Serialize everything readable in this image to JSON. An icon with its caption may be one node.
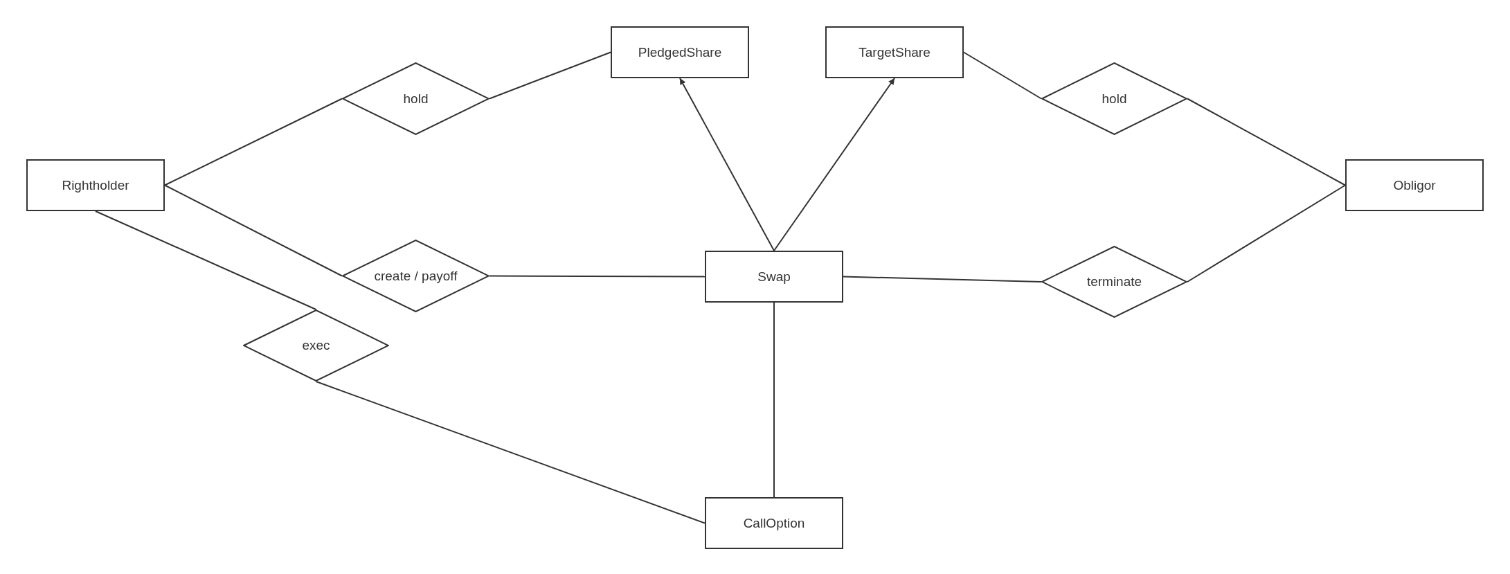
{
  "diagram": {
    "nodes": [
      {
        "text": [
          "PledgedShare"
        ]
      },
      {
        "text": [
          "TargetShare"
        ]
      },
      {
        "text": [
          "hold"
        ]
      },
      {
        "text": [
          "hold"
        ]
      },
      {
        "text": [
          "Rightholder"
        ]
      },
      {
        "text": [
          "Obligor"
        ]
      },
      {
        "text": [
          "create / payoff"
        ]
      },
      {
        "text": [
          "Swap"
        ]
      },
      {
        "text": [
          "terminate"
        ]
      },
      {
        "text": [
          "exec"
        ]
      },
      {
        "text": [
          "CallOption"
        ]
      }
    ],
    "edges": [
      {
        "from": 4,
        "to": 2,
        "arrow": "none"
      },
      {
        "from": 2,
        "to": 0,
        "arrow": "none"
      },
      {
        "from": 1,
        "to": 3,
        "arrow": "none"
      },
      {
        "from": 3,
        "to": 5,
        "arrow": "none"
      },
      {
        "from": 4,
        "to": 6,
        "arrow": "none"
      },
      {
        "from": 6,
        "to": 7,
        "arrow": "none"
      },
      {
        "from": 7,
        "to": 8,
        "arrow": "none"
      },
      {
        "from": 8,
        "to": 5,
        "arrow": "none"
      },
      {
        "from": 4,
        "to": 9,
        "arrow": "none"
      },
      {
        "from": 9,
        "to": 10,
        "arrow": "none"
      },
      {
        "from": 7,
        "to": 10,
        "arrow": "none"
      },
      {
        "from": 7,
        "to": 0,
        "arrow": "to"
      },
      {
        "from": 7,
        "to": 1,
        "arrow": "to"
      }
    ]
  }
}
